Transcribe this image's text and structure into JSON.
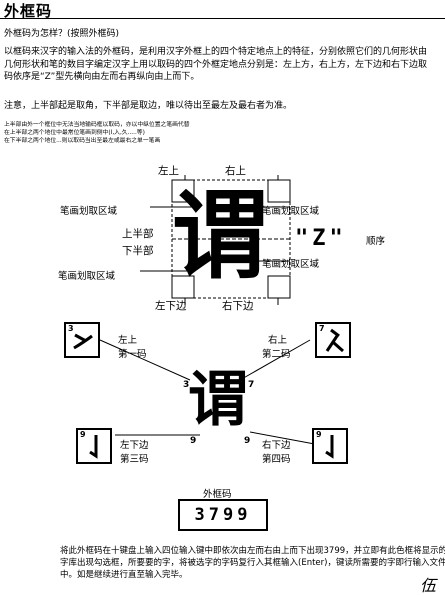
{
  "page": {
    "title": "外框码",
    "subtitle": "外框码为怎样？(按照外框码)",
    "intro": "以框码来汉字的输入法的外框码，是利用汉字外框上的四个特定地点上的特征，分别依照它们的几何形状由几何形状和笔的数目字编定汉字上用以取码的四个外框定地点分别是：左上方，右上方，左下边和右下边取码依序是“Z”型先横向由左而右再纵向由上而下。",
    "note": "注意，上半部起是取角，下半部是取边，唯以待出至最左及最右者为准。",
    "small_lines": [
      "上半部由外一个框位中无法当地输码框以取码，亦以中纵位置之笔画代替",
      "在上半部之两个地位中最常位笔画到侧中(I,入,久.....等)",
      "在下半部之两个地位...则以取码当出至最左或最右之单一笔画"
    ],
    "footer": "将此外框码在十键盘上输入四位输入键中即依次由左而右由上而下出现3799，并立即有此色框将显示的字库出现勾选框，所要要的字，将被选字的字码复行入其框输入(Enter)，键读所需要的字即行输入文件中。如是继续进行直至输入完毕。",
    "page_mark": "伍"
  },
  "diagram": {
    "main_char": "谓",
    "top_left": "左上",
    "top_right": "右上",
    "stroke_region_left_top": "笔画划取区域",
    "stroke_region_right_top": "笔画划取区域",
    "stroke_region_left_bottom": "笔画划取区域",
    "stroke_region_right_bottom": "笔画划取区域",
    "upper_half": "上半部",
    "lower_half": "下半部",
    "z_order": "\"Z\"",
    "order_text": "顺序",
    "bottom_left": "左下边",
    "bottom_right": "右下边"
  },
  "codes": {
    "tl_label1": "左上",
    "tl_label2": "第一码",
    "tr_label1": "右上",
    "tr_label2": "第二码",
    "bl_label1": "左下边",
    "bl_label2": "第三码",
    "br_label1": "右下边",
    "br_label2": "第四码",
    "center_char": "谓",
    "n1": "3",
    "n2": "7",
    "n3": "9",
    "n4": "9",
    "box_tl_num": "3",
    "box_tr_num": "7",
    "box_bl_num": "9",
    "box_br_num": "9"
  },
  "result": {
    "label": "外框码",
    "code": "3799"
  }
}
